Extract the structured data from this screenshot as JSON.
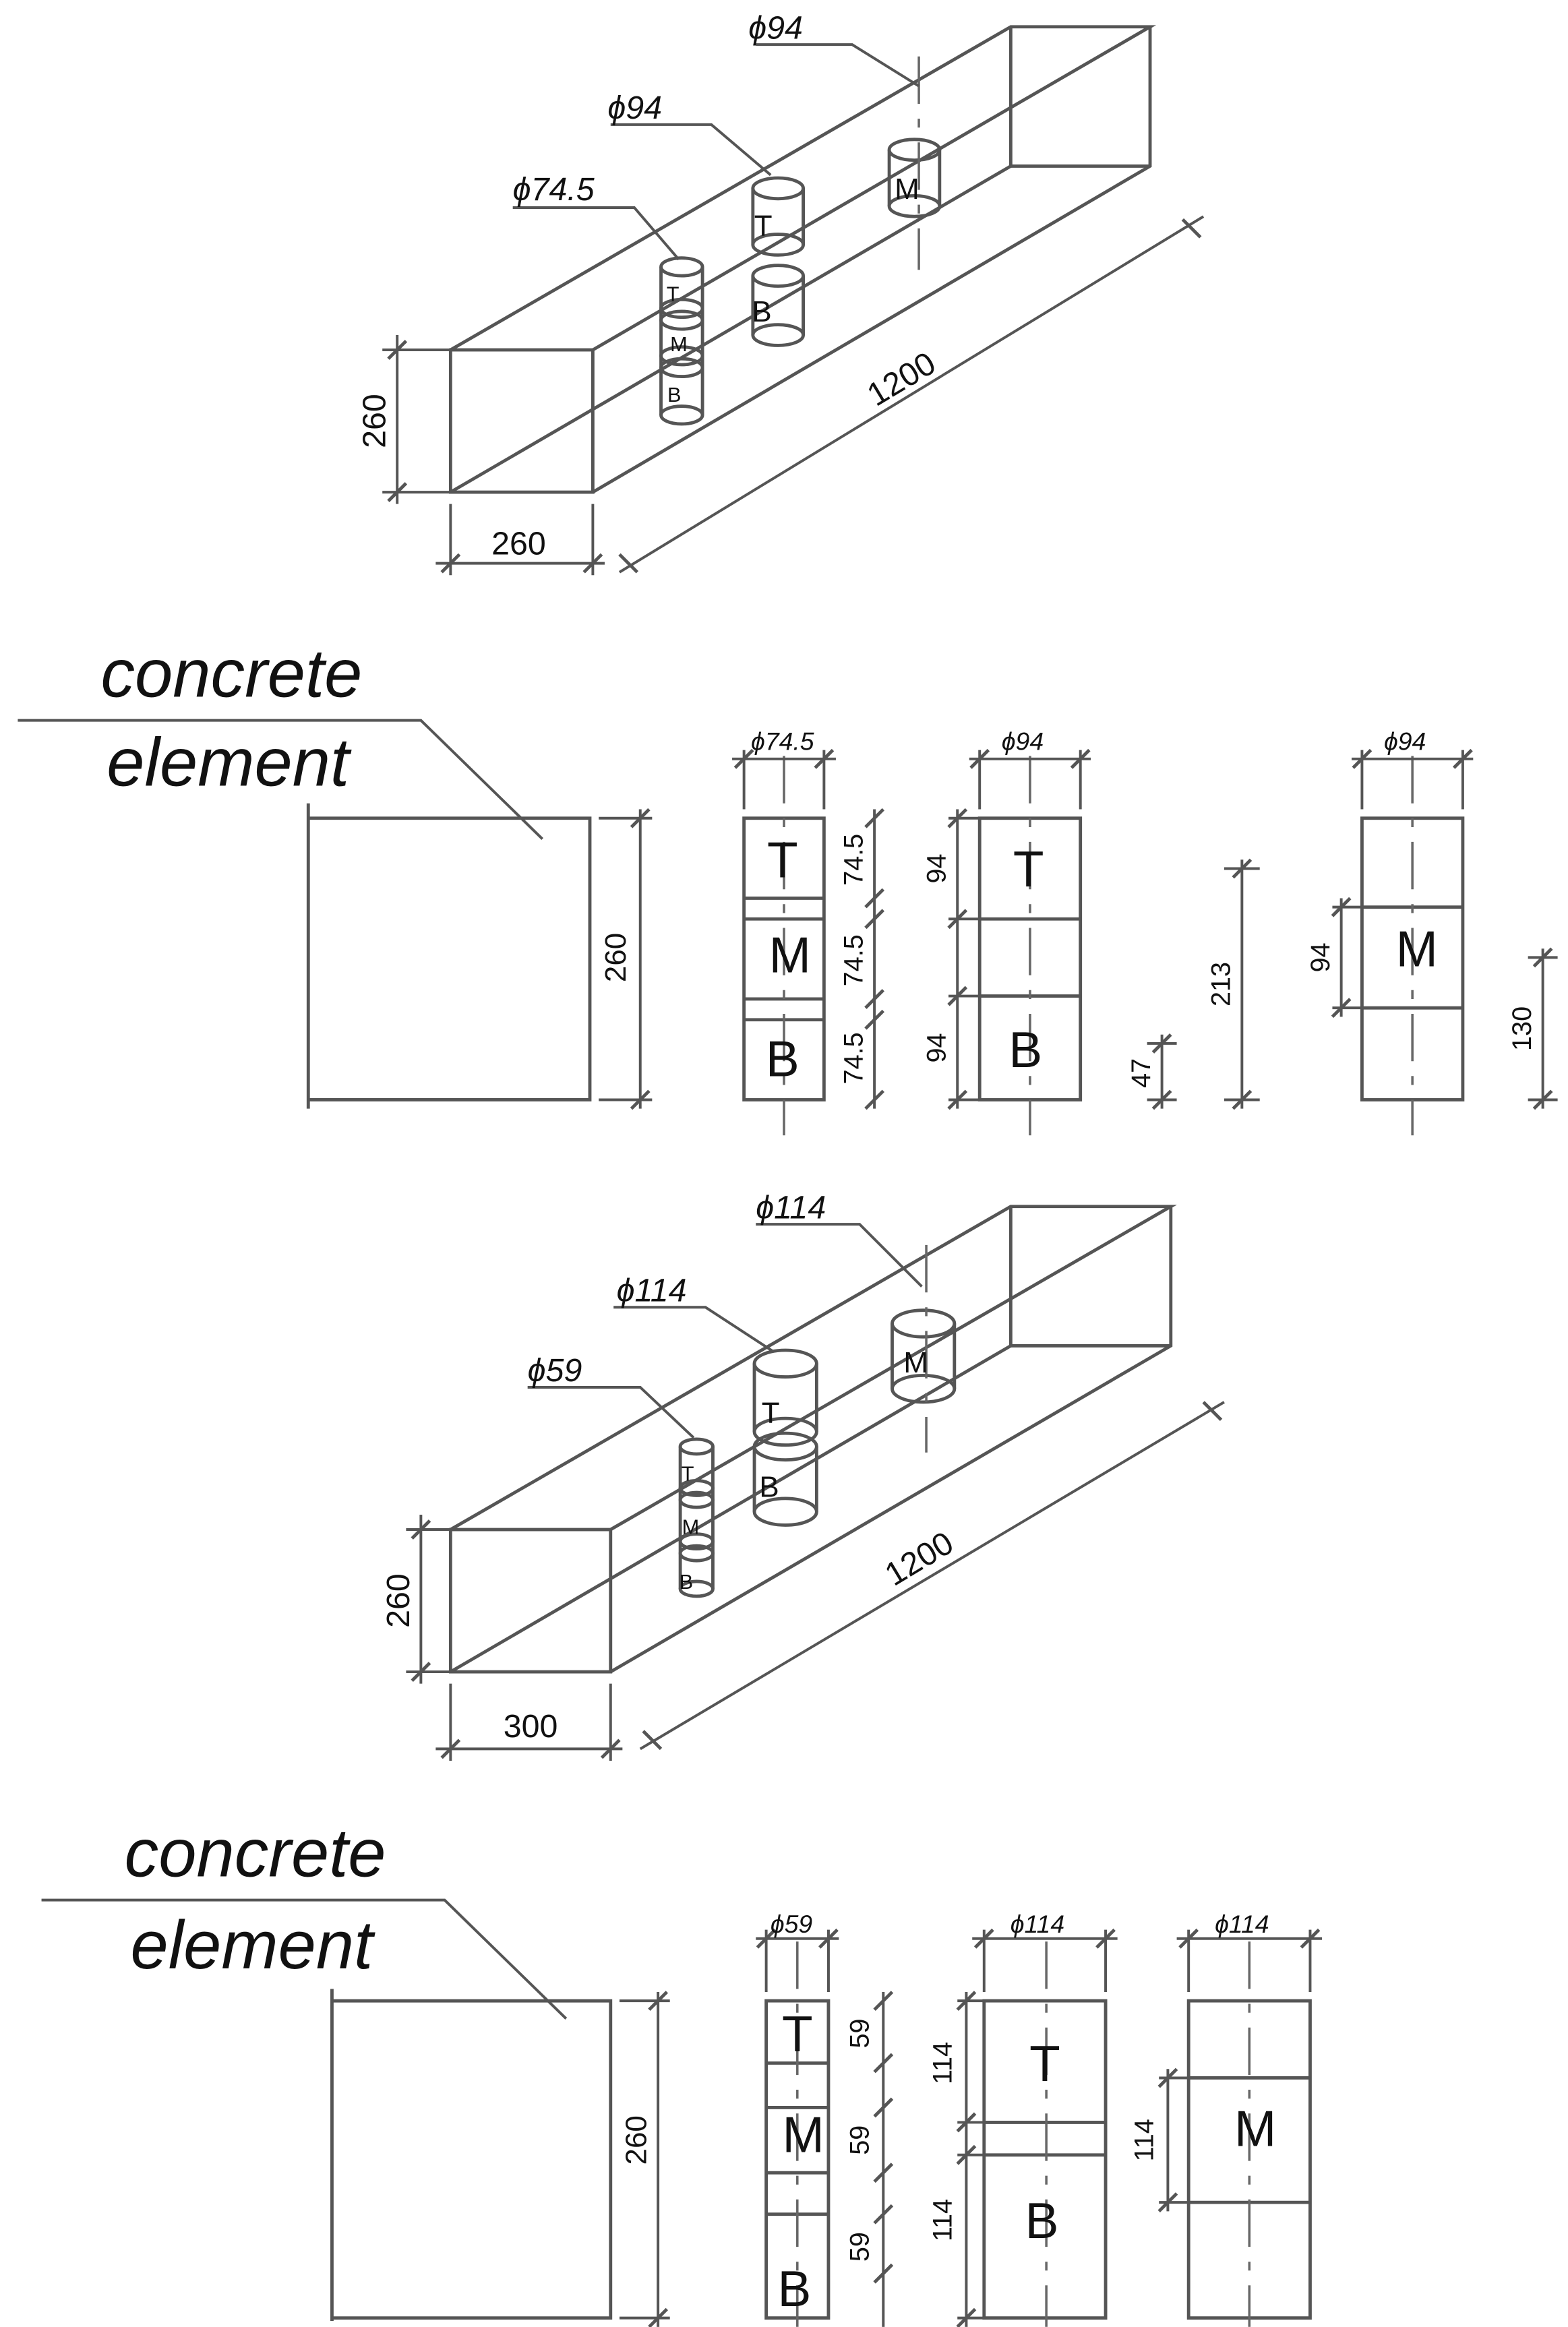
{
  "figure": {
    "part_a": {
      "iso": {
        "phi_core_m": "ϕ94",
        "phi_core_tb": "ϕ94",
        "phi_core_small": "ϕ74.5",
        "label_t_big": "T",
        "label_b_big": "B",
        "label_m_big": "M",
        "label_t_small": "T",
        "label_m_small": "M",
        "label_b_small": "B",
        "dim_height": "260",
        "dim_width": "260",
        "dim_length": "1200"
      },
      "section": {
        "element_line1": "concrete",
        "element_line2": "element",
        "dim_section_height": "260",
        "phi_small": "ϕ74.5",
        "small_t": "T",
        "small_m": "M",
        "small_b": "B",
        "dim_small_1": "74.5",
        "dim_small_2": "74.5",
        "dim_small_3": "74.5",
        "phi_tb": "ϕ94",
        "tb_t": "T",
        "tb_b": "B",
        "dim_tb_top": "94",
        "dim_tb_bottom": "94",
        "dim_47": "47",
        "dim_213": "213",
        "phi_m": "ϕ94",
        "m_label": "M",
        "dim_m": "94",
        "dim_130": "130"
      }
    },
    "part_b": {
      "iso": {
        "phi_core_m": "ϕ114",
        "phi_core_tb": "ϕ114",
        "phi_core_small": "ϕ59",
        "label_t_big": "T",
        "label_b_big": "B",
        "label_m_big": "M",
        "label_t_small": "T",
        "label_m_small": "M",
        "label_b_small": "B",
        "dim_height": "260",
        "dim_width": "300",
        "dim_length": "1200"
      },
      "section": {
        "element_line1": "concrete",
        "element_line2": "element",
        "dim_section_height": "260",
        "phi_small": "ϕ59",
        "small_t": "T",
        "small_m": "M",
        "small_b": "B",
        "dim_small_1": "59",
        "dim_small_2": "59",
        "dim_small_3": "59",
        "phi_tb": "ϕ114",
        "tb_t": "T",
        "tb_b": "B",
        "dim_tb_top": "114",
        "dim_tb_bottom": "114",
        "phi_m": "ϕ114",
        "m_label": "M",
        "dim_m": "114"
      }
    }
  }
}
